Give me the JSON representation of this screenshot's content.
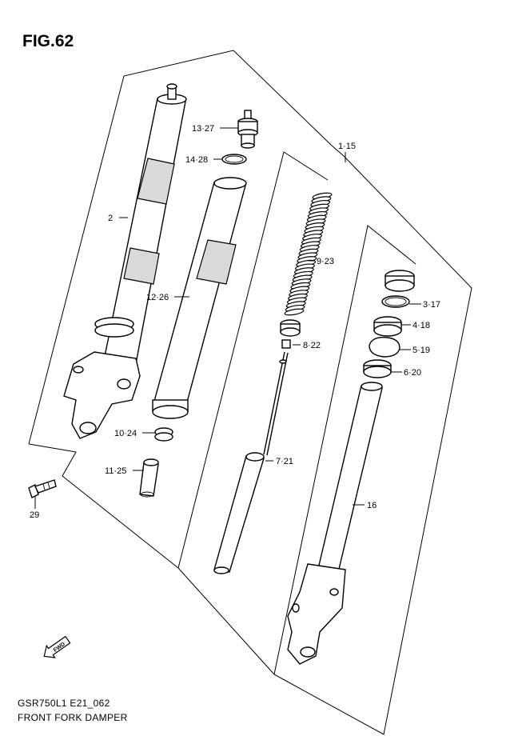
{
  "figure": {
    "title": "FIG.62",
    "model_code": "GSR750L1 E21_062",
    "name": "FRONT FORK DAMPER"
  },
  "callouts": {
    "c1": "1·15",
    "c2": "2",
    "c3": "3·17",
    "c4": "4·18",
    "c5": "5·19",
    "c6": "6·20",
    "c7": "7·21",
    "c8": "8·22",
    "c9": "9·23",
    "c10": "10·24",
    "c11": "11·25",
    "c12": "12·26",
    "c13": "13·27",
    "c14": "14·28",
    "c16": "16",
    "c29": "29"
  },
  "fwd_marker": "FWD"
}
